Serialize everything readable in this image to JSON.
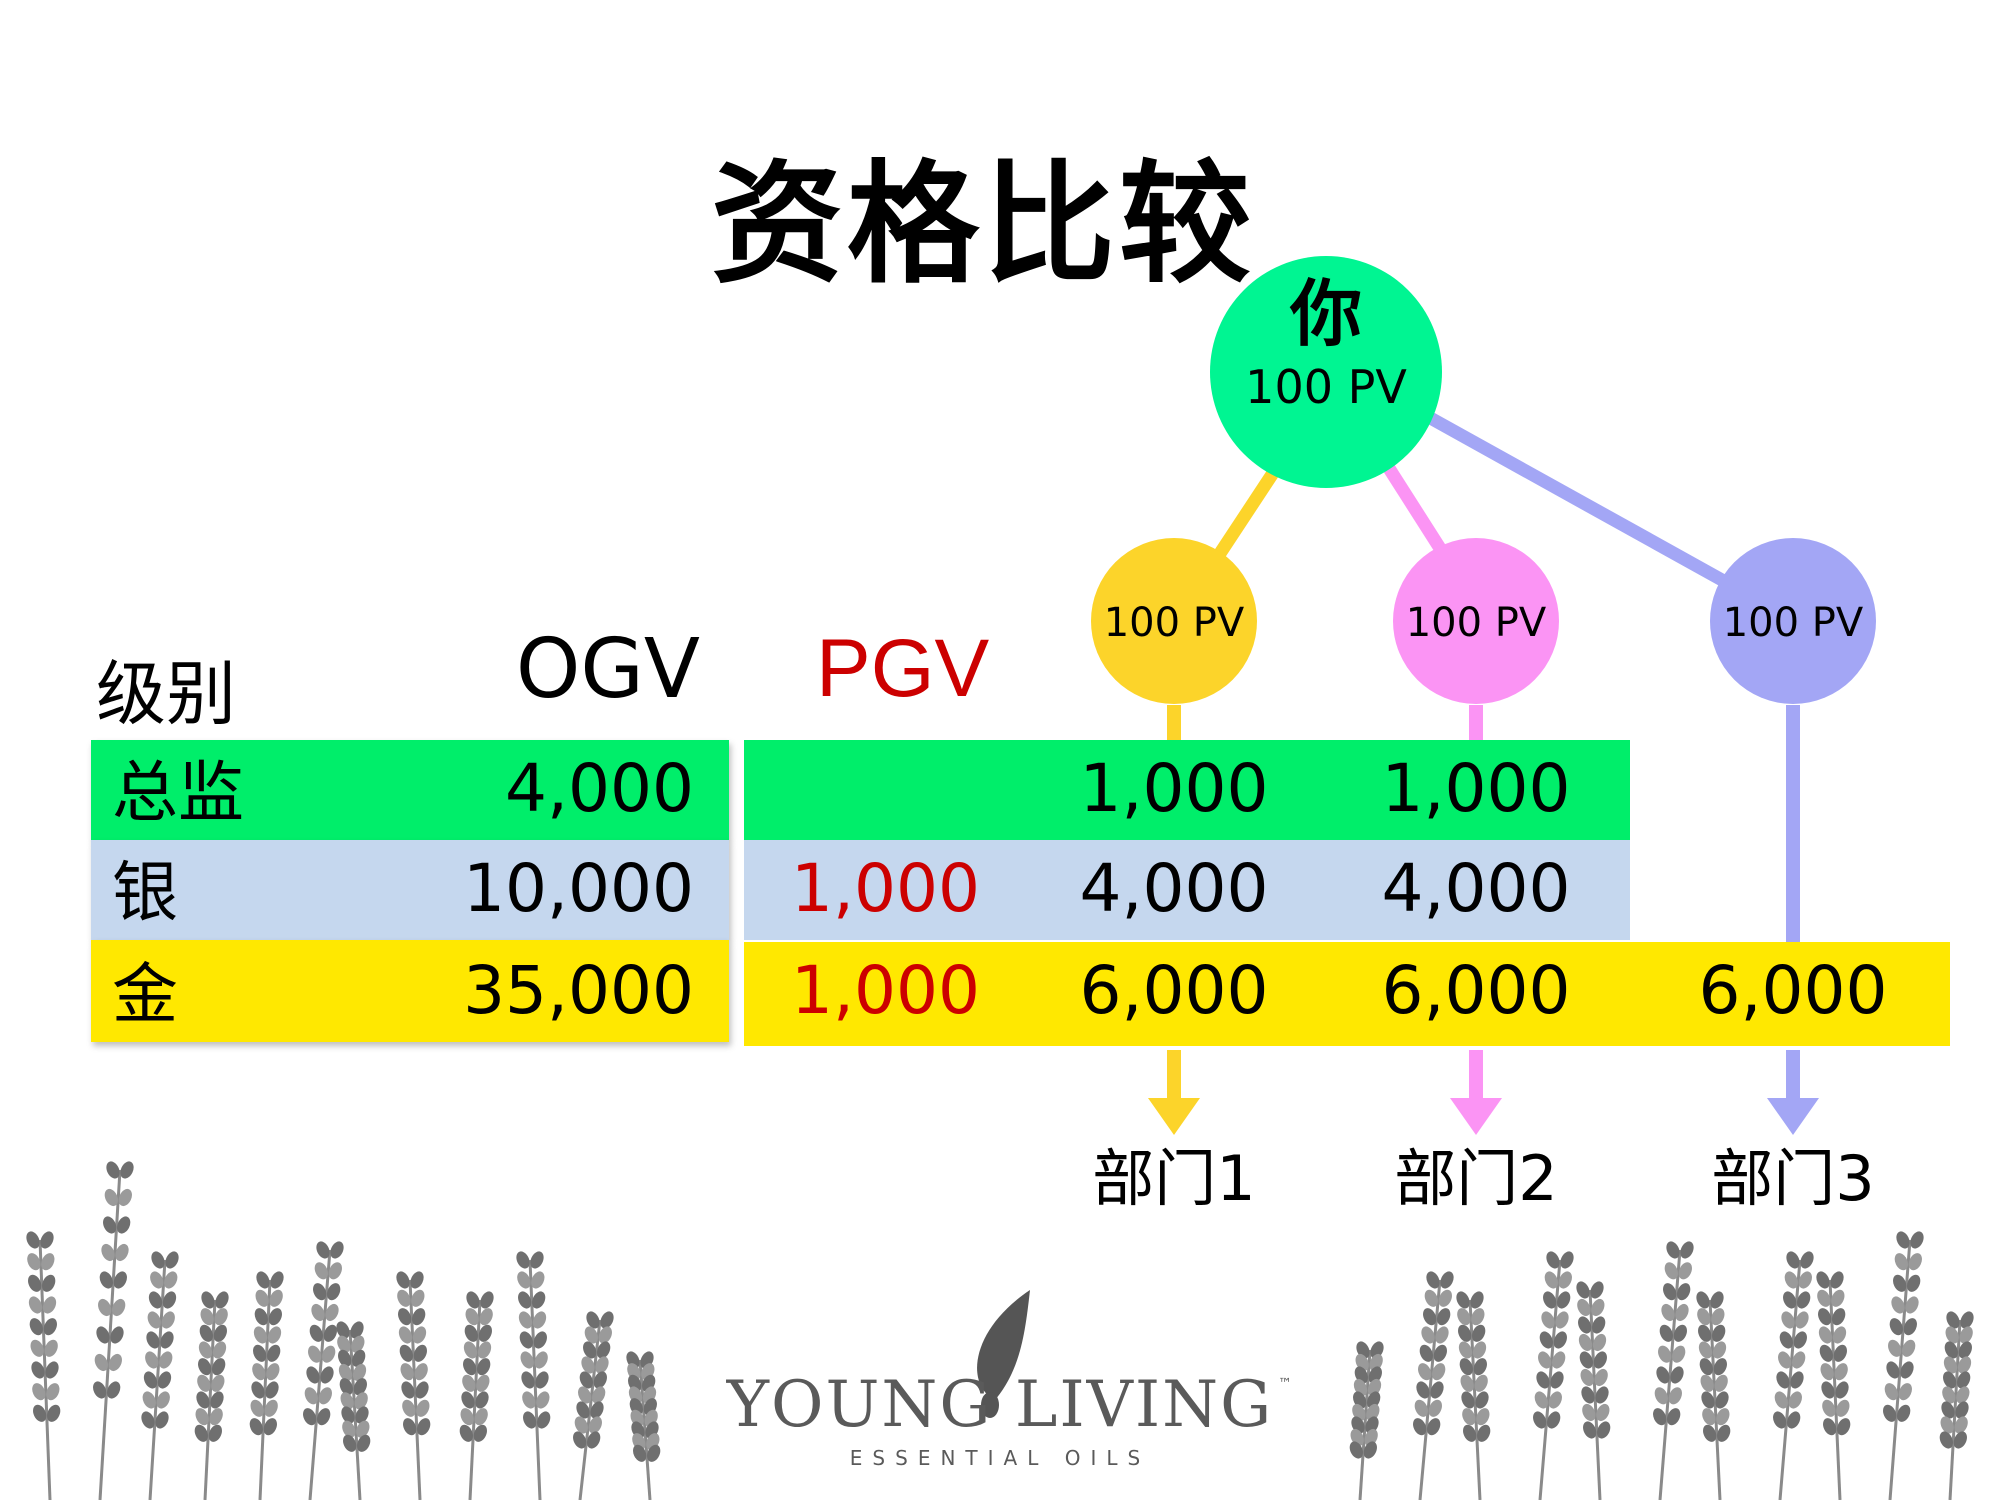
{
  "title": "资格比较",
  "headers": {
    "level": "级别",
    "ogv": "OGV",
    "pgv": "PGV"
  },
  "colors": {
    "director": "#00ee6a",
    "silver": "#c5d7ee",
    "gold": "#ffe800",
    "root": "#00f592",
    "leg1": "#fcd42a",
    "leg2": "#fb94f4",
    "leg3": "#a3a6f5",
    "pgv_red": "#cc0000"
  },
  "root": {
    "name": "你",
    "pv": "100 PV"
  },
  "legs": [
    {
      "pv": "100 PV",
      "branch": "部门1"
    },
    {
      "pv": "100 PV",
      "branch": "部门2"
    },
    {
      "pv": "100 PV",
      "branch": "部门3"
    }
  ],
  "rows": [
    {
      "level": "总监",
      "ogv": "4,000",
      "pgv": "",
      "leg1": "1,000",
      "leg2": "1,000",
      "leg3": ""
    },
    {
      "level": "银",
      "ogv": "10,000",
      "pgv": "1,000",
      "leg1": "4,000",
      "leg2": "4,000",
      "leg3": ""
    },
    {
      "level": "金",
      "ogv": "35,000",
      "pgv": "1,000",
      "leg1": "6,000",
      "leg2": "6,000",
      "leg3": "6,000"
    }
  ],
  "logo": {
    "brand": "YOUNG LIVING",
    "tm": "™",
    "subtitle": "ESSENTIAL OILS"
  }
}
